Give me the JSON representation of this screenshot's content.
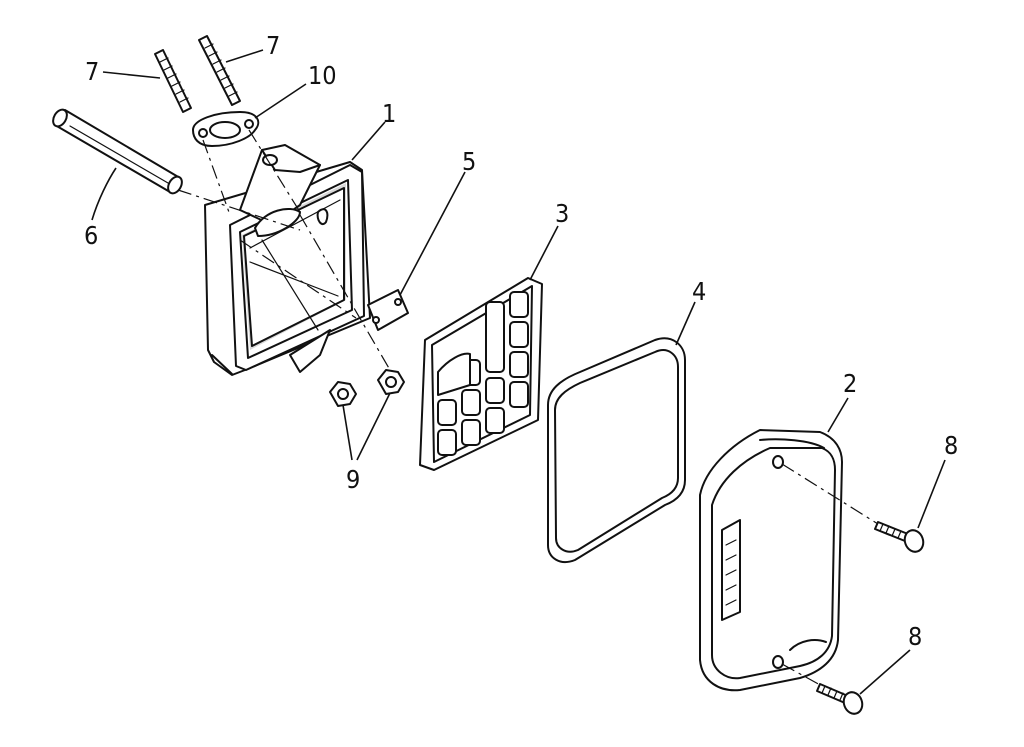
{
  "diagram": {
    "callouts": {
      "housing": "1",
      "cover": "2",
      "filter_grid": "3",
      "filter_element": "4",
      "plate": "5",
      "tube": "6",
      "stud_left": "7",
      "stud_right": "7",
      "gasket": "10",
      "nuts": "9",
      "screw_top": "8",
      "screw_bottom": "8"
    }
  }
}
